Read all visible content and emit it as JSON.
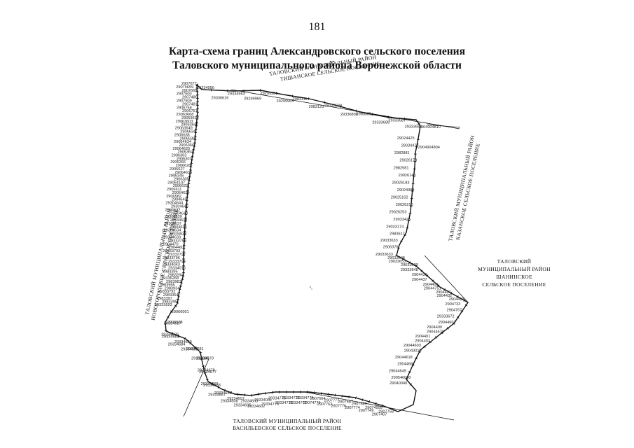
{
  "page_number": "181",
  "title": {
    "line1": "Карта-схема границ Александровского сельского поселения",
    "line2": "Таловского муниципального района Воронежской области"
  },
  "neighbors": {
    "north": [
      "ТАЛОВСКИЙ МУНИЦИПАЛЬНЫЙ РАЙОН",
      "ТИШАНСКОЕ СЕЛЬСКОЕ ПОСЕЛЕНИЕ"
    ],
    "west": [
      "ТАЛОВСКИЙ МУНИЦИПАЛЬНЫЙ РАЙОН",
      "НОВОГОРОДСКОЕ СЕЛЬСКОЕ ПОСЕЛЕНИЕ"
    ],
    "east": [
      "ТАЛОВСКИЙ МУНИЦИПАЛЬНЫЙ РАЙОН",
      "КАЗАНСКОЕ СЕЛЬСКОЕ ПОСЕЛЕНИЕ"
    ],
    "southeast": [
      "ТАЛОВСКИЙ",
      "МУНИЦИПАЛЬНЫЙ РАЙОН",
      "ШАНИНСКОЕ",
      "СЕЛЬСКОЕ ПОСЕЛЕНИЕ"
    ],
    "south": [
      "ТАЛОВСКИЙ МУНИЦИПАЛЬНЫЙ РАЙОН",
      "ВАСИЛЬЕВСКОЕ СЕЛЬСКОЕ ПОСЕЛЕНИЕ"
    ]
  },
  "point_labels": {
    "north": [
      "29334956",
      "29336616",
      "29334963",
      "29299969",
      "29299984",
      "29299965",
      "2983111",
      "2983123",
      "29333684",
      "29336806",
      "2983385",
      "29333685",
      "29333687",
      "29333666",
      "2904904810",
      "2904904804"
    ],
    "west": [
      "29333693",
      "2983395",
      "2983397",
      "2983364",
      "29333792",
      "2983934",
      "2983966",
      "2983983",
      "29336268",
      "2983284",
      "2983395",
      "29334016",
      "29334043",
      "29333794",
      "29333796",
      "29332797",
      "29333793",
      "2904460",
      "2904470",
      "29333799",
      "29334633",
      "29304633",
      "29304634",
      "29304635",
      "29304637",
      "29334638",
      "29304639",
      "29304640",
      "2904632",
      "29304643",
      "29304644",
      "2904645",
      "2906582",
      "29064629",
      "2906611",
      "2906629",
      "29064147",
      "2906305",
      "2906345",
      "29064636",
      "2906627",
      "2906628",
      "2906266",
      "2906307",
      "2906363",
      "2906364",
      "29064625",
      "2906366",
      "29064634",
      "2906638",
      "2906638",
      "2906634",
      "29063649",
      "29063647",
      "29063603",
      "29063672",
      "29063668",
      "2906751",
      "2906758",
      "2907481",
      "2907609",
      "2907486",
      "2907600",
      "2907668",
      "29075659",
      "2907677"
    ],
    "east": [
      "29024425",
      "29034477",
      "2982881",
      "29026178",
      "2982581",
      "29026140",
      "29026183",
      "29024983",
      "29025102",
      "29026210",
      "29026253",
      "29033425",
      "29033174",
      "2983617",
      "29033633",
      "2906376",
      "29033633",
      "29033645",
      "29033653",
      "29033633",
      "29333648",
      "2904430",
      "2904437",
      "2904409",
      "29044751",
      "2904427",
      "2904432",
      "2904413",
      "2904733",
      "2904767",
      "29333672",
      "29044601",
      "2904400",
      "29044670",
      "2904401",
      "2904402",
      "29044603",
      "29043010",
      "29044618",
      "29044681",
      "29044649",
      "290546000",
      "29040040"
    ],
    "south": [
      "2907758",
      "2907407",
      "29074999",
      "2907749",
      "2907589",
      "2907774",
      "2907587",
      "2907776",
      "2907777",
      "2907762",
      "2907664",
      "29074774",
      "29334774",
      "29334772",
      "29334776",
      "29334773",
      "29334776",
      "29334776",
      "29334001",
      "29334602",
      "29334603",
      "29334605",
      "29334607",
      "29334608",
      "29334659",
      "29334667",
      "29334668",
      "29334669",
      "29334677",
      "29334678",
      "29334679",
      "29334680",
      "29334681",
      "29334682",
      "29334683",
      "29334684",
      "29334685",
      "29334686",
      "29334687",
      "2906538",
      "29066001"
    ]
  }
}
